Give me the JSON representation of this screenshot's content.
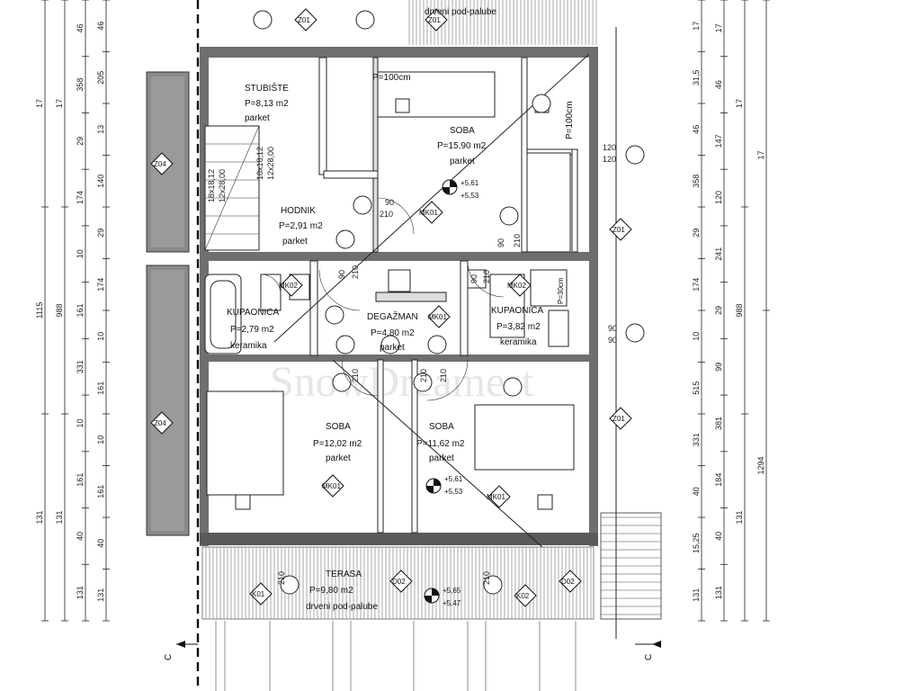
{
  "rooms": [
    {
      "id": "stubiste",
      "name": "STUBIŠTE",
      "area": "P=8,13 m2",
      "floor": "parket"
    },
    {
      "id": "soba-top",
      "name": "SOBA",
      "area": "P=15,90 m2",
      "floor": "parket"
    },
    {
      "id": "hodnik",
      "name": "HODNIK",
      "area": "P=2,91 m2",
      "floor": "parket"
    },
    {
      "id": "kupaonica-left",
      "name": "KUPAONICA",
      "area": "P=2,79 m2",
      "floor": "keramika"
    },
    {
      "id": "degazman",
      "name": "DEGAŽMAN",
      "area": "P=4,80 m2",
      "floor": "parket"
    },
    {
      "id": "kupaonica-right",
      "name": "KUPAONICA",
      "area": "P=3,82 m2",
      "floor": "keramika"
    },
    {
      "id": "soba-left",
      "name": "SOBA",
      "area": "P=12,02 m2",
      "floor": "parket"
    },
    {
      "id": "soba-right",
      "name": "SOBA",
      "area": "P=11,62 m2",
      "floor": "parket"
    },
    {
      "id": "terasa",
      "name": "TERASA",
      "area": "P=9,80 m2",
      "floor": "drveni pod-palube"
    }
  ],
  "top_label": "drveni pod-palube",
  "tags": {
    "z01": "Z01",
    "z04": "Z04",
    "mk01": "MK01",
    "mk02": "MK02",
    "k01": "K01",
    "k02": "K02",
    "d02": "D02"
  },
  "notes": {
    "p100cm_h": "P=100cm",
    "p100cm_v": "P=100cm",
    "p30cm": "P=30cm",
    "stair_a": "18x18,12",
    "stair_b": "12x28,00",
    "stair_c": "18x18,12",
    "stair_d": "12x28,00"
  },
  "levels": {
    "top": [
      "+5,61",
      "+5,53"
    ],
    "bottom": [
      "+5,61",
      "+5,53"
    ],
    "terrace": [
      "+5,65",
      "+5,47"
    ]
  },
  "door_dims": {
    "d1": "90",
    "d1b": "210",
    "d2": "90",
    "d2b": "210",
    "d3": "90",
    "d3b": "210",
    "d4": "90",
    "d4b": "210",
    "d5": "210",
    "d6": "210",
    "d7": "210",
    "d8": "210",
    "d9": "210",
    "d10": "120",
    "d10b": "120",
    "d11": "90",
    "d11b": "90"
  },
  "left_dims": {
    "outer": [
      "17",
      "1115",
      "131"
    ],
    "mid": [
      "17",
      "988",
      "131"
    ],
    "inner": [
      "46",
      "358",
      "29",
      "174",
      "10",
      "161",
      "331",
      "10",
      "161",
      "40",
      "131"
    ],
    "inner2": [
      "46",
      "205",
      "13",
      "140",
      "29",
      "174",
      "10",
      "161",
      "10",
      "161",
      "40",
      "131"
    ]
  },
  "right_dims": {
    "col1": [
      "17",
      "31,5",
      "46",
      "358",
      "29",
      "174",
      "10",
      "515",
      "331",
      "40",
      "15,25",
      "131"
    ],
    "col2": [
      "17",
      "46",
      "147",
      "120",
      "241",
      "29",
      "99",
      "381",
      "184",
      "40",
      "131"
    ],
    "col3": [
      "17",
      "988",
      "131"
    ],
    "col4": [
      "17",
      "1294"
    ]
  },
  "section_marks": [
    "C",
    "C"
  ],
  "watermark": "SnowDreamest"
}
